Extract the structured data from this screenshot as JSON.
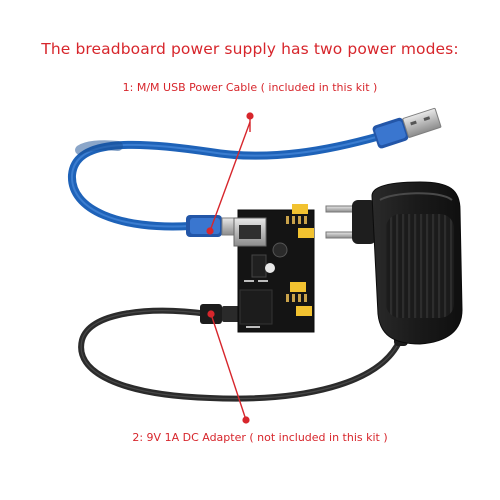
{
  "heading": "The breadboard power supply has two power modes:",
  "modes": [
    {
      "label": "1: M/M USB Power Cable ( included in this kit )"
    },
    {
      "label": "2: 9V 1A DC Adapter ( not included in this kit )"
    }
  ],
  "colors": {
    "accent": "#d7262c",
    "usb_cable": "#1e62b8",
    "dc_cable": "#2b2b2b",
    "pcb": "#141414",
    "jumper": "#f2c230"
  }
}
